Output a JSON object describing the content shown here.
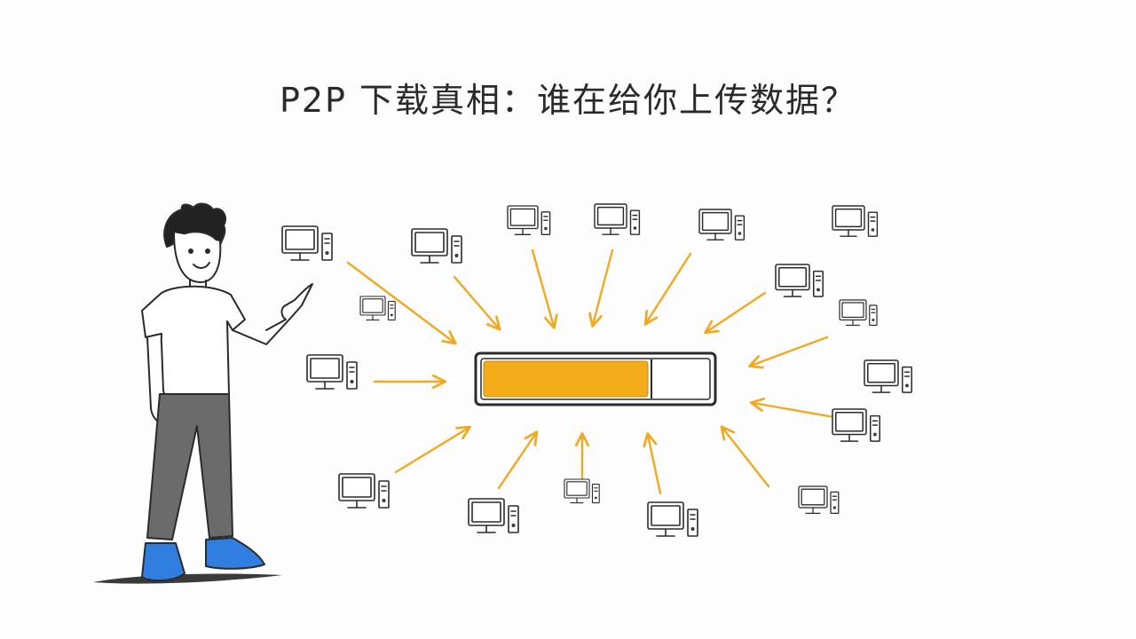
{
  "title": "P2P 下载真相：谁在给你上传数据？",
  "progress": {
    "fraction": 0.74
  },
  "colors": {
    "arrow": "#f2a81f",
    "progress_fill": "#f3ad1a",
    "ink": "#2b2b2b",
    "shoe": "#2f7ee0",
    "pants": "#6b6b6b",
    "background": "#fdfdfd"
  },
  "icons": {
    "peer": "desktop-computer-icon",
    "person": "pointing-person-illustration"
  }
}
